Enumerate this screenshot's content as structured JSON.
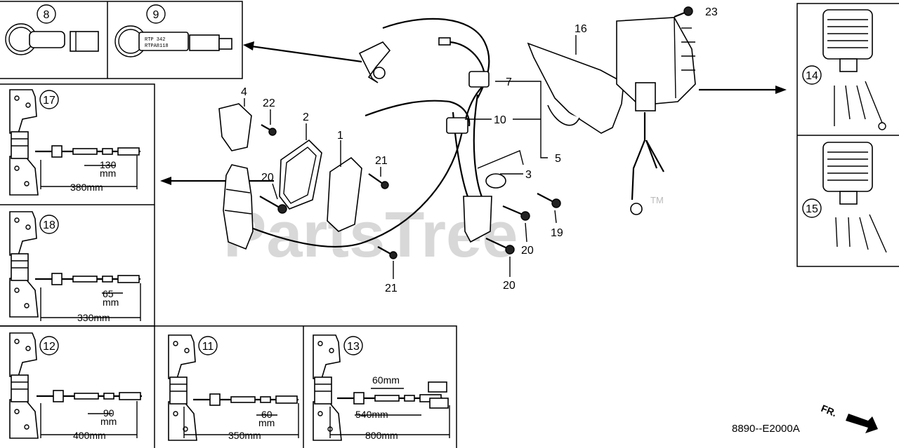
{
  "watermark": "PartsTree",
  "trademark": "TM",
  "diagram_code": "8890--E2000A",
  "front_marker": "FR.",
  "callouts": {
    "c1": "1",
    "c2": "2",
    "c3": "3",
    "c4": "4",
    "c5": "5",
    "c7": "7",
    "c10": "10",
    "c16": "16",
    "c19": "19",
    "c20a": "20",
    "c20b": "20",
    "c20c": "20",
    "c21a": "21",
    "c21b": "21",
    "c22": "22",
    "c23": "23"
  },
  "variants": {
    "v8": "8",
    "v9": "9",
    "v11": "11",
    "v12": "12",
    "v13": "13",
    "v14": "14",
    "v15": "15",
    "v17": "17",
    "v18": "18"
  },
  "cap_text": {
    "line1": "RTP 342",
    "line2": "RTPA8118"
  },
  "dimensions": {
    "d17_short": "130",
    "d17_unit": "mm",
    "d17_long": "380mm",
    "d18_short": "65",
    "d18_unit": "mm",
    "d18_long": "330mm",
    "d12_short": "90",
    "d12_unit": "mm",
    "d12_long": "400mm",
    "d11_short": "60",
    "d11_unit": "mm",
    "d11_long": "350mm",
    "d13_top": "60mm",
    "d13_mid": "540mm",
    "d13_long": "800mm"
  }
}
